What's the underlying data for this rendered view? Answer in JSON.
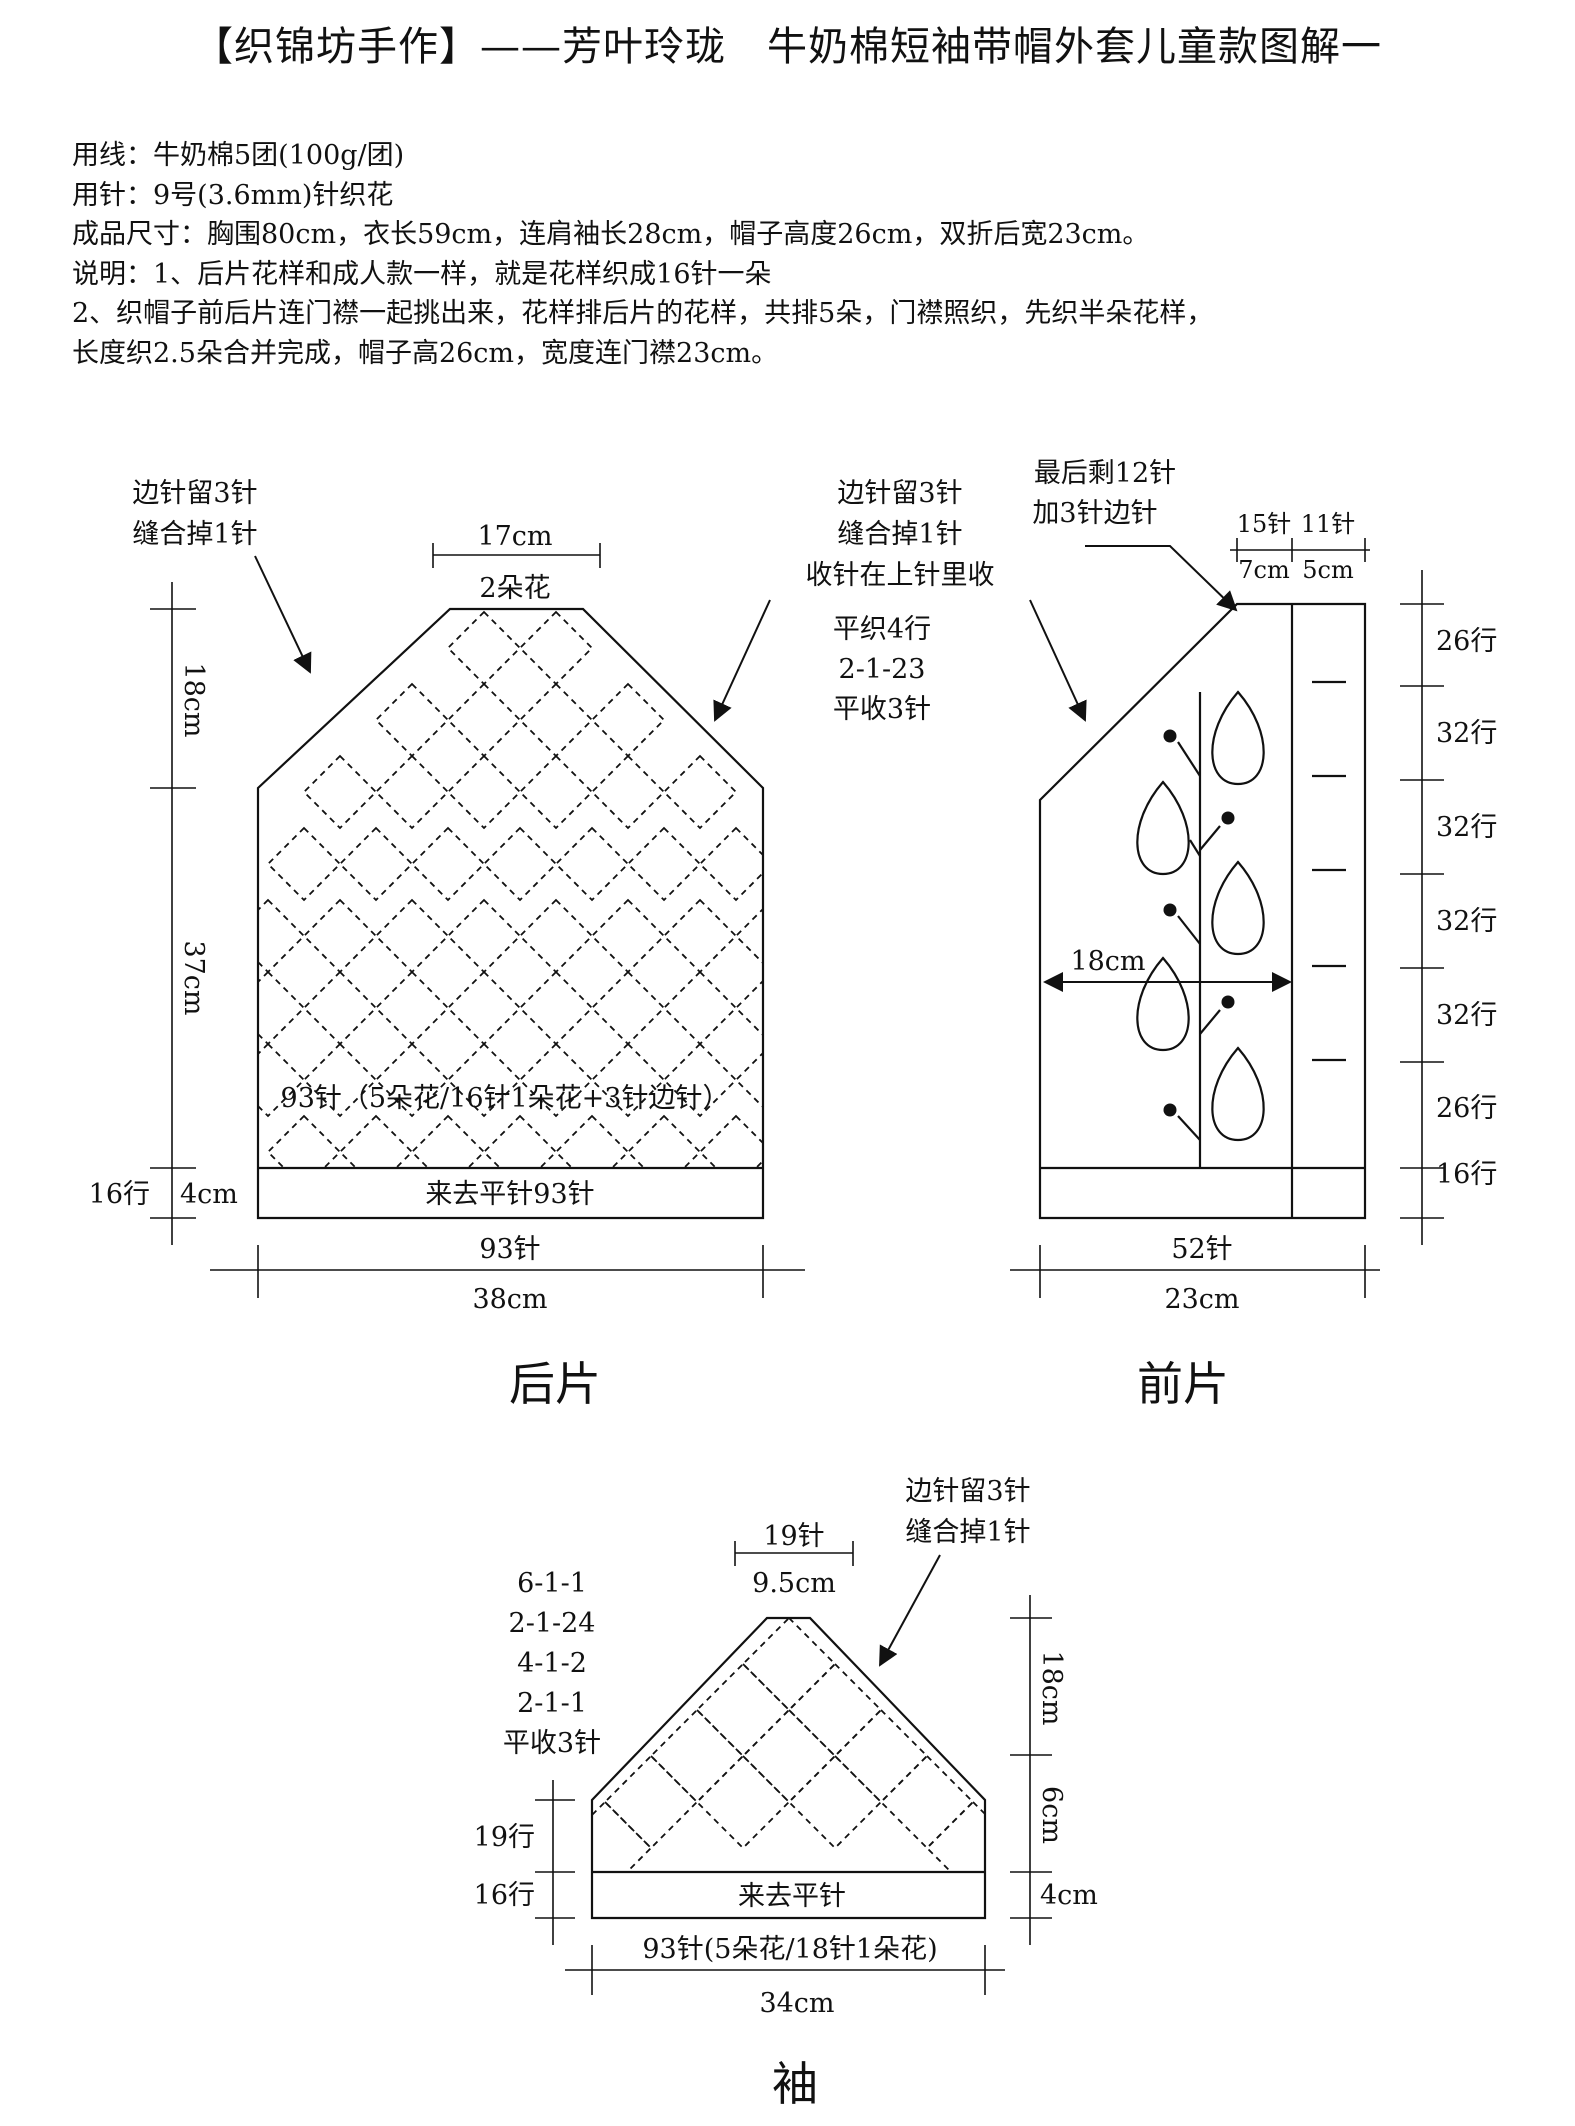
{
  "title": "【织锦坊手作】——芳叶玲珑　牛奶棉短袖带帽外套儿童款图解一",
  "notes": [
    "用线：牛奶棉5团(100g/团)",
    "用针：9号(3.6mm)针织花",
    "成品尺寸：胸围80cm，衣长59cm，连肩袖长28cm，帽子高度26cm，双折后宽23cm。",
    "说明：1、后片花样和成人款一样，就是花样织成16针一朵",
    "2、织帽子前后片连门襟一起挑出来，花样排后片的花样，共排5朵，门襟照织，先织半朵花样，",
    "长度织2.5朵合并完成，帽子高26cm，宽度连门襟23cm。"
  ],
  "back": {
    "name": "后片",
    "callout_left": [
      "边针留3针",
      "缝合掉1针"
    ],
    "top_width_cm": "17cm",
    "top_motifs": "2朵花",
    "side_upper_cm": "18cm",
    "side_lower_cm": "37cm",
    "rib_rows": "16行",
    "rib_cm": "4cm",
    "stitch_note": "93针（5朵花/16针1朵花+3针边针）",
    "rib_label": "来去平针93针",
    "bottom_stitches": "93针",
    "bottom_cm": "38cm"
  },
  "shared": {
    "callout_center": [
      "边针留3针",
      "缝合掉1针",
      "收针在上针里收"
    ],
    "decrease_steps": [
      "平织4行",
      "2-1-23",
      "平收3针"
    ]
  },
  "front": {
    "name": "前片",
    "callout_top": [
      "最后剩12针",
      "加3针边针"
    ],
    "top_stitches_a": "15针",
    "top_stitches_b": "11针",
    "top_cm_a": "7cm",
    "top_cm_b": "5cm",
    "width_cm": "18cm",
    "right_rows": [
      "26行",
      "32行",
      "32行",
      "32行",
      "32行",
      "26行",
      "16行"
    ],
    "bottom_stitches": "52针",
    "bottom_cm": "23cm"
  },
  "sleeve": {
    "name": "袖",
    "callout": [
      "边针留3针",
      "缝合掉1针"
    ],
    "top_stitches": "19针",
    "top_cm": "9.5cm",
    "decrease_steps": [
      "6-1-1",
      "2-1-24",
      "4-1-2",
      "2-1-1",
      "平收3针"
    ],
    "left_rows_a": "19行",
    "left_rows_b": "16行",
    "right_cm": [
      "18cm",
      "6cm",
      "4cm"
    ],
    "rib_label": "来去平针",
    "bottom_stitches": "93针(5朵花/18针1朵花)",
    "bottom_cm": "34cm"
  }
}
